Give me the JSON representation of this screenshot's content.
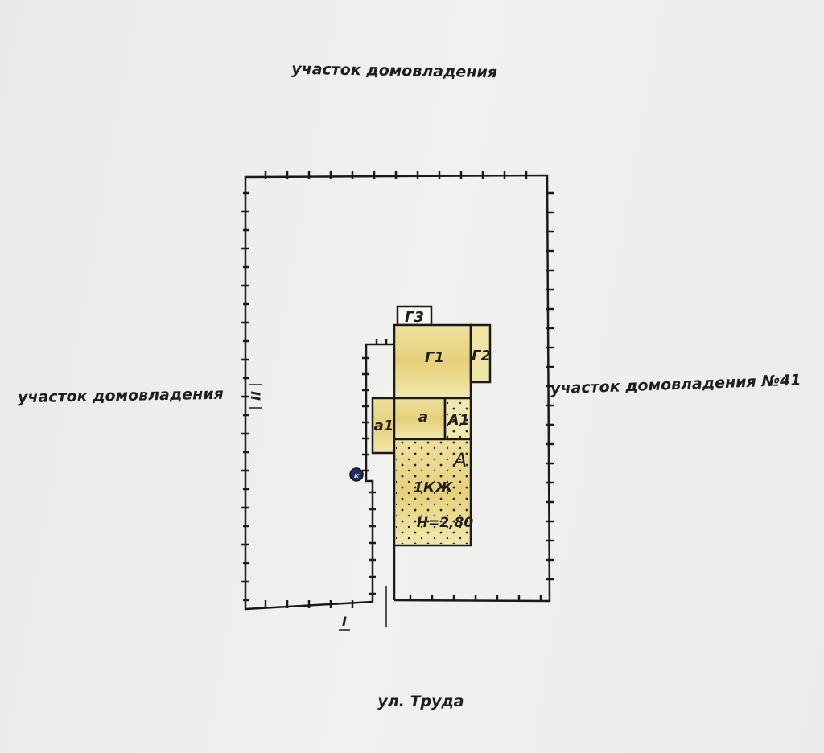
{
  "labels": {
    "top": "участок домовладения",
    "left": "участок домовладения",
    "right": "участок домовладения №41",
    "bottom": "ул. Труда",
    "section_ii": "II",
    "section_i": "I",
    "well_symbol": "к"
  },
  "buildings": {
    "g3": "Г3",
    "g1": "Г1",
    "g2": "Г2",
    "a1_lower": "а1",
    "a_lower": "а",
    "a1_upper": "А1",
    "a_main": "А",
    "material": "1КЖ",
    "height": "Н=2,80"
  },
  "colors": {
    "line": "#1a1a1a",
    "fill_yellow": "#ecd98a",
    "fill_light": "#f0e7a6",
    "well": "#1f2f66"
  }
}
